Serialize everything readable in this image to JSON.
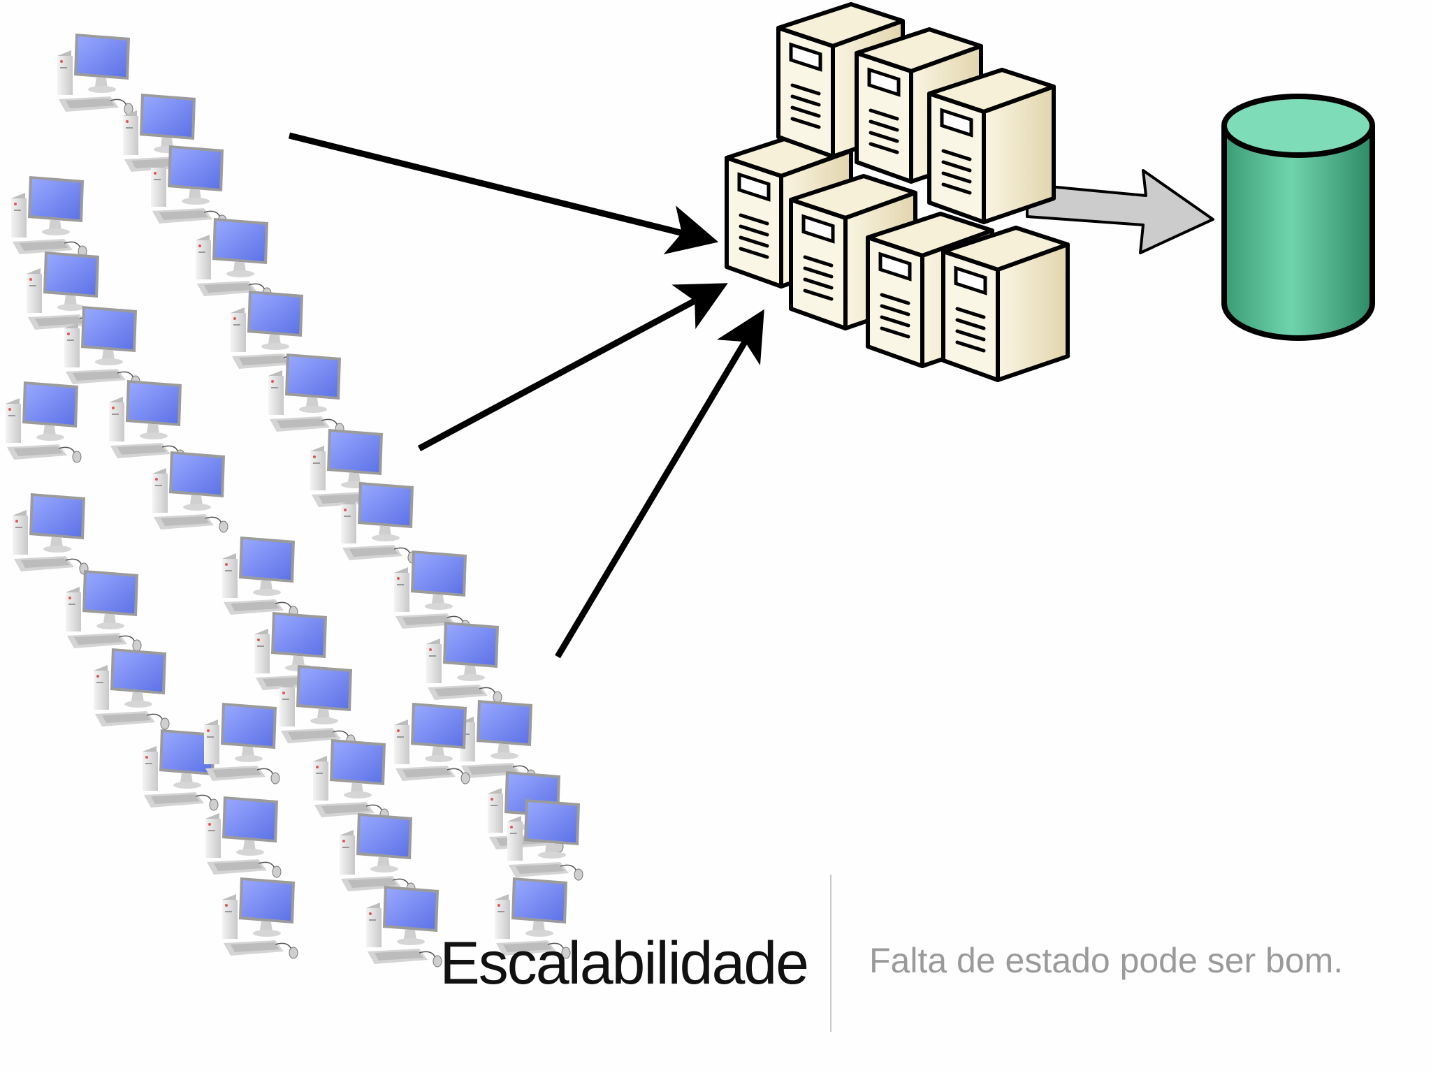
{
  "slide": {
    "title": "Escalabilidade",
    "subtitle": "Falta de estado pode ser bom."
  },
  "diagram": {
    "clients": {
      "icon": "desktop-computer-icon",
      "count": 35
    },
    "servers": {
      "icon": "server-tower-icon",
      "count": 7
    },
    "database": {
      "icon": "database-cylinder-icon"
    },
    "colors": {
      "monitor": "#6f83f0",
      "server_body": "#efe6c8",
      "database": "#4fbf93",
      "arrow": "#000000",
      "db_arrow": "#cccccc"
    }
  }
}
